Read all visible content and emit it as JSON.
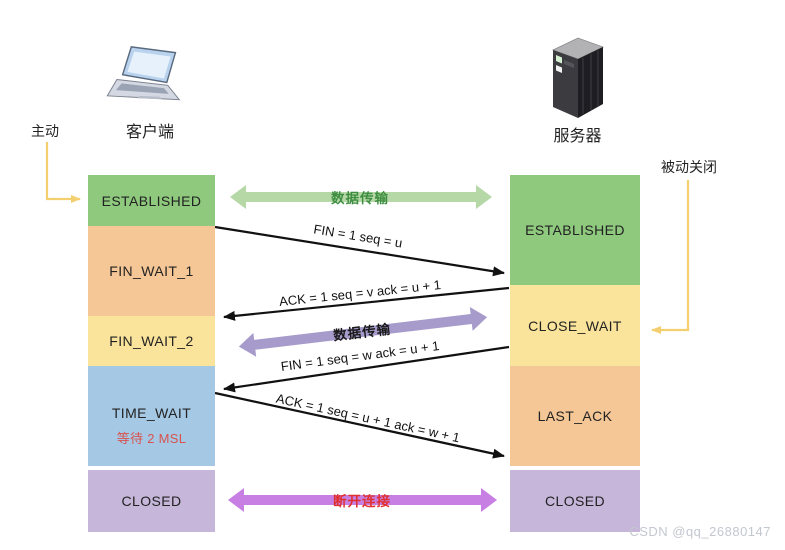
{
  "client": {
    "label": "客户端",
    "role_label": "主动",
    "states": [
      {
        "name": "ESTABLISHED",
        "color": "#8ec97d"
      },
      {
        "name": "FIN_WAIT_1",
        "color": "#f6c796"
      },
      {
        "name": "FIN_WAIT_2",
        "color": "#fae49b"
      },
      {
        "name": "TIME_WAIT",
        "color": "#a5c8e4",
        "note": "等待 2 MSL"
      },
      {
        "name": "CLOSED",
        "color": "#c6b6da"
      }
    ]
  },
  "server": {
    "label": "服务器",
    "role_label": "被动关闭",
    "states": [
      {
        "name": "ESTABLISHED",
        "color": "#8ec97d"
      },
      {
        "name": "CLOSE_WAIT",
        "color": "#fae49b"
      },
      {
        "name": "LAST_ACK",
        "color": "#f6c796"
      },
      {
        "name": "CLOSED",
        "color": "#c6b6da"
      }
    ]
  },
  "messages": {
    "data_transfer_top": "数据传输",
    "fin_1": "FIN = 1 seq = u",
    "ack_1": "ACK = 1 seq = v ack = u + 1",
    "data_transfer_mid": "数据传输",
    "fin_2": "FIN = 1 seq = w ack = u + 1",
    "ack_2": "ACK = 1 seq = u + 1 ack = w + 1",
    "disconnect": "断开连接"
  },
  "colors": {
    "data_arrow_green": "#b6d8a7",
    "data_arrow_purple": "#a79bcb",
    "disconnect_arrow": "#c77fe3",
    "flow_arrow_yellow": "#f4cf70",
    "message_line": "#111111",
    "data_label_green": "#3e8e41",
    "data_label_dark": "#1a1a1a",
    "disconnect_label_red": "#e03131",
    "note_red": "#d9534f"
  },
  "watermark": "CSDN @qq_26880147"
}
